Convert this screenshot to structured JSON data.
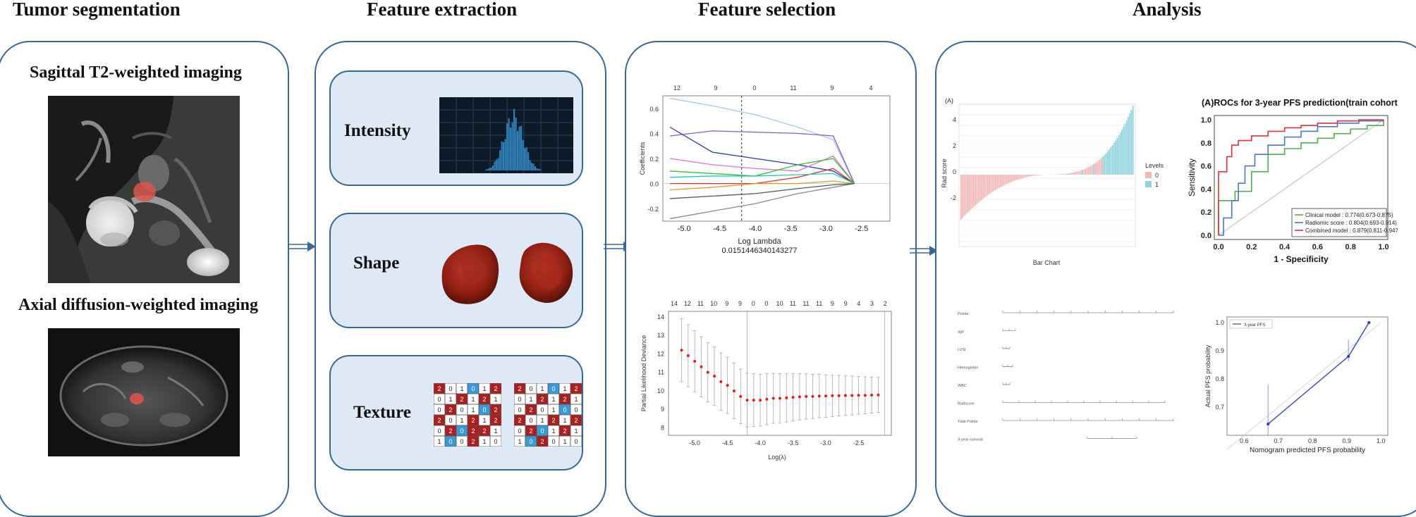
{
  "titles": {
    "tumor": "Tumor segmentation",
    "feature_extraction": "Feature extraction",
    "feature_selection": "Feature selection",
    "analysis": "Analysis"
  },
  "segmentation": {
    "sagittal_label": "Sagittal T2-weighted imaging",
    "axial_label": "Axial diffusion-weighted imaging"
  },
  "extraction": {
    "intensity": "Intensity",
    "shape": "Shape",
    "texture": "Texture",
    "texture_grid_a": [
      [
        2,
        0,
        1,
        0,
        1,
        2
      ],
      [
        0,
        1,
        2,
        1,
        2,
        1
      ],
      [
        0,
        2,
        0,
        1,
        0,
        2
      ],
      [
        2,
        0,
        1,
        2,
        1,
        2
      ],
      [
        0,
        2,
        0,
        2,
        2,
        1
      ],
      [
        1,
        0,
        0,
        2,
        1,
        0
      ]
    ],
    "texture_grid_b": [
      [
        2,
        0,
        1,
        0,
        1,
        2
      ],
      [
        0,
        1,
        2,
        1,
        2,
        1
      ],
      [
        0,
        2,
        0,
        1,
        0,
        0
      ],
      [
        2,
        0,
        1,
        2,
        1,
        2
      ],
      [
        0,
        2,
        0,
        1,
        2,
        1
      ],
      [
        1,
        0,
        2,
        0,
        1,
        0
      ]
    ]
  },
  "selection": {
    "lasso_top_ticks": [
      "12",
      "9",
      "0",
      "11",
      "9",
      "4"
    ],
    "lasso_xticks": [
      "-5.0",
      "-4.5",
      "-4.0",
      "-3.5",
      "-3.0",
      "-2.5"
    ],
    "lasso_yticks": [
      "0.6",
      "0.4",
      "0.2",
      "0.0",
      "-0.2"
    ],
    "lasso_ylabel": "Coefficients",
    "lasso_xlabel": "Log Lambda",
    "lasso_lambda": "0.0151446340143277",
    "cv_top_ticks": [
      "14",
      "12",
      "11",
      "10",
      "9",
      "9",
      "0",
      "0",
      "10",
      "11",
      "11",
      "11",
      "9",
      "9",
      "4",
      "3",
      "2"
    ],
    "cv_xticks": [
      "-5.0",
      "-4.5",
      "-4.0",
      "-3.5",
      "-3.0",
      "-2.5"
    ],
    "cv_yticks": [
      "14",
      "13",
      "12",
      "11",
      "10",
      "9",
      "8"
    ],
    "cv_ylabel": "Partial Likelihood Deviance",
    "cv_xlabel": "Log(λ)"
  },
  "analysis": {
    "rad_panel_tag": "(A)",
    "rad_ylabel": "Rad score",
    "rad_xlabel": "Bar Chart",
    "rad_legend_title": "Levels",
    "rad_legend_items": [
      "0",
      "1"
    ],
    "rad_yticks": [
      "4",
      "2",
      "0",
      "-2"
    ],
    "roc_title": "(A)ROCs for 3-year PFS prediction(train cohort)",
    "roc_xlabel": "1 - Specificity",
    "roc_ylabel": "Sensitivity",
    "roc_ticks": [
      "0.0",
      "0.2",
      "0.4",
      "0.6",
      "0.8",
      "1.0"
    ],
    "roc_legend": [
      "Clinical model : 0.774(0.673-0.875)",
      "Radiomic score : 0.804(0.693-0.914)",
      "Combined model : 0.879(0.811-0.947)"
    ],
    "nomogram_rows": [
      "Points",
      "age",
      "LVSI",
      "Hemoglobin",
      "WBC",
      "Radscore",
      "Total Points",
      "3-year survival"
    ],
    "cal_legend": "3-year PFS",
    "cal_xlabel": "Nomogram predicted PFS probability",
    "cal_ylabel": "Actual PFS probability",
    "cal_xticks": [
      "0.6",
      "0.7",
      "0.8",
      "0.9",
      "1.0"
    ],
    "cal_yticks": [
      "1.0",
      "0.9",
      "0.8",
      "0.7"
    ]
  },
  "chart_data": [
    {
      "type": "line",
      "title": "",
      "xlabel": "Log Lambda",
      "ylabel": "Coefficients",
      "xlim": [
        -5.3,
        -2.1
      ],
      "ylim": [
        -0.3,
        0.7
      ],
      "vline": -4.19,
      "series": [
        {
          "color": "#a8c8e8",
          "x": [
            -5.2,
            -4.6,
            -4.0,
            -3.4,
            -2.9,
            -2.6
          ],
          "values": [
            0.68,
            0.62,
            0.55,
            0.45,
            0.35,
            0.0
          ]
        },
        {
          "color": "#7a5fd0",
          "x": [
            -5.2,
            -4.6,
            -4.0,
            -3.4,
            -2.9,
            -2.6
          ],
          "values": [
            0.38,
            0.42,
            0.41,
            0.4,
            0.38,
            0.0
          ]
        },
        {
          "color": "#2a3ab8",
          "x": [
            -5.2,
            -4.6,
            -4.0,
            -3.4,
            -2.9,
            -2.6
          ],
          "values": [
            0.45,
            0.25,
            0.2,
            0.15,
            0.1,
            0.0
          ]
        },
        {
          "color": "#e070c8",
          "x": [
            -5.2,
            -4.6,
            -4.0,
            -3.4,
            -2.9,
            -2.6
          ],
          "values": [
            0.2,
            0.15,
            0.12,
            0.1,
            0.22,
            0.0
          ]
        },
        {
          "color": "#30c030",
          "x": [
            -5.2,
            -4.6,
            -4.0,
            -3.4,
            -2.9,
            -2.6
          ],
          "values": [
            0.1,
            0.08,
            0.06,
            0.15,
            0.2,
            0.0
          ]
        },
        {
          "color": "#e03030",
          "x": [
            -5.2,
            -4.6,
            -4.0,
            -3.4,
            -2.9,
            -2.6
          ],
          "values": [
            0.0,
            0.0,
            0.0,
            0.05,
            0.12,
            0.0
          ]
        },
        {
          "color": "#20c8c8",
          "x": [
            -5.2,
            -4.6,
            -4.0,
            -3.4,
            -2.9,
            -2.6
          ],
          "values": [
            0.05,
            0.06,
            0.06,
            0.07,
            0.08,
            0.0
          ]
        },
        {
          "color": "#d8a020",
          "x": [
            -5.2,
            -4.6,
            -4.0,
            -3.4,
            -2.9,
            -2.6
          ],
          "values": [
            -0.05,
            -0.03,
            0.0,
            0.0,
            0.02,
            0.0
          ]
        },
        {
          "color": "#888888",
          "x": [
            -5.2,
            -4.6,
            -4.0,
            -3.4,
            -2.9,
            -2.6
          ],
          "values": [
            -0.28,
            -0.22,
            -0.16,
            -0.08,
            -0.03,
            0.0
          ]
        },
        {
          "color": "#555555",
          "x": [
            -5.2,
            -4.6,
            -4.0,
            -3.4,
            -2.9,
            -2.6
          ],
          "values": [
            -0.12,
            -0.1,
            -0.08,
            -0.04,
            -0.01,
            0.0
          ]
        }
      ]
    },
    {
      "type": "scatter",
      "title": "",
      "xlabel": "Log(λ)",
      "ylabel": "Partial Likelihood Deviance",
      "xlim": [
        -5.4,
        -2.0
      ],
      "ylim": [
        7.6,
        14.3
      ],
      "x": [
        -5.2,
        -5.1,
        -5.0,
        -4.9,
        -4.8,
        -4.7,
        -4.6,
        -4.5,
        -4.4,
        -4.3,
        -4.2,
        -4.1,
        -4.0,
        -3.9,
        -3.8,
        -3.7,
        -3.6,
        -3.5,
        -3.4,
        -3.3,
        -3.2,
        -3.1,
        -3.0,
        -2.9,
        -2.8,
        -2.7,
        -2.6,
        -2.5,
        -2.4,
        -2.3,
        -2.2
      ],
      "values": [
        12.2,
        11.9,
        11.6,
        11.3,
        11.0,
        10.8,
        10.5,
        10.3,
        10.0,
        9.7,
        9.5,
        9.5,
        9.5,
        9.55,
        9.6,
        9.6,
        9.62,
        9.65,
        9.68,
        9.7,
        9.7,
        9.72,
        9.72,
        9.74,
        9.74,
        9.75,
        9.75,
        9.76,
        9.76,
        9.77,
        9.78
      ]
    },
    {
      "type": "line",
      "title": "(A)ROCs for 3-year PFS prediction(train cohort)",
      "xlabel": "1 - Specificity",
      "ylabel": "Sensitivity",
      "xlim": [
        0,
        1
      ],
      "ylim": [
        0,
        1
      ],
      "series": [
        {
          "name": "Clinical model : 0.774(0.673-0.875)",
          "color": "#50b050",
          "x": [
            0,
            0,
            0.1,
            0.2,
            0.3,
            0.4,
            0.5,
            0.6,
            0.7,
            0.8,
            0.9,
            1.0
          ],
          "values": [
            0,
            0.3,
            0.38,
            0.55,
            0.7,
            0.75,
            0.8,
            0.84,
            0.88,
            0.92,
            0.95,
            1.0
          ]
        },
        {
          "name": "Radiomic score : 0.804(0.693-0.914)",
          "color": "#4a78c8",
          "x": [
            0,
            0.03,
            0.08,
            0.12,
            0.16,
            0.22,
            0.3,
            0.4,
            0.5,
            0.6,
            0.72,
            0.85,
            1.0
          ],
          "values": [
            0,
            0.15,
            0.3,
            0.45,
            0.6,
            0.7,
            0.78,
            0.85,
            0.9,
            0.94,
            0.97,
            0.99,
            1.0
          ]
        },
        {
          "name": "Combined model : 0.879(0.811-0.947)",
          "color": "#e0303c",
          "x": [
            0,
            0,
            0.05,
            0.08,
            0.12,
            0.2,
            0.3,
            0.4,
            0.5,
            0.6,
            0.72,
            0.85,
            1.0
          ],
          "values": [
            0,
            0.55,
            0.68,
            0.78,
            0.82,
            0.86,
            0.9,
            0.93,
            0.95,
            0.97,
            0.99,
            1.0,
            1.0
          ]
        }
      ]
    },
    {
      "type": "line",
      "title": "",
      "xlabel": "Nomogram predicted PFS probability",
      "ylabel": "Actual PFS probability",
      "xlim": [
        0.55,
        1.02
      ],
      "ylim": [
        0.6,
        1.02
      ],
      "series": [
        {
          "name": "3-year PFS",
          "color": "#3340c8",
          "x": [
            0.67,
            0.905,
            0.965
          ],
          "values": [
            0.64,
            0.88,
            1.0
          ]
        }
      ]
    }
  ]
}
